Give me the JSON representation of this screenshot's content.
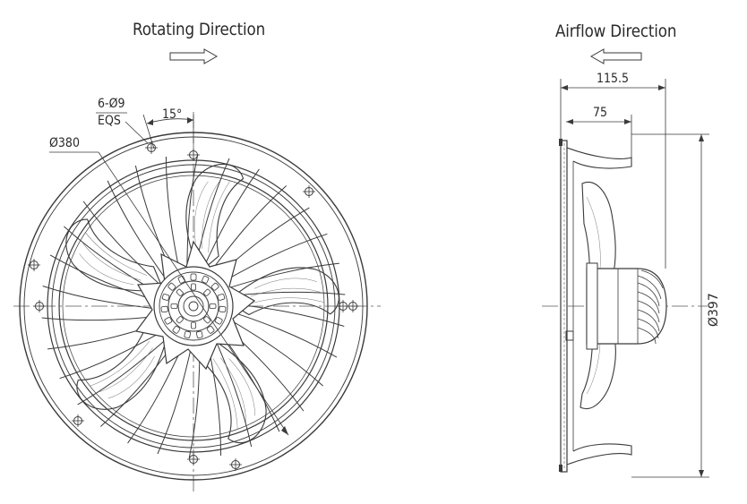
{
  "front_view": {
    "title": "Rotating Direction",
    "hole_spec_line1": "6-Ø9",
    "hole_spec_line2": "EQS",
    "angle_label": "15°",
    "diameter_label": "Ø380"
  },
  "side_view": {
    "title": "Airflow Direction",
    "overall_depth_label": "115.5",
    "guard_depth_label": "75",
    "outer_diameter_label": "Ø397"
  },
  "colors": {
    "line": "#3a3a3a",
    "text": "#2a2a2a"
  }
}
